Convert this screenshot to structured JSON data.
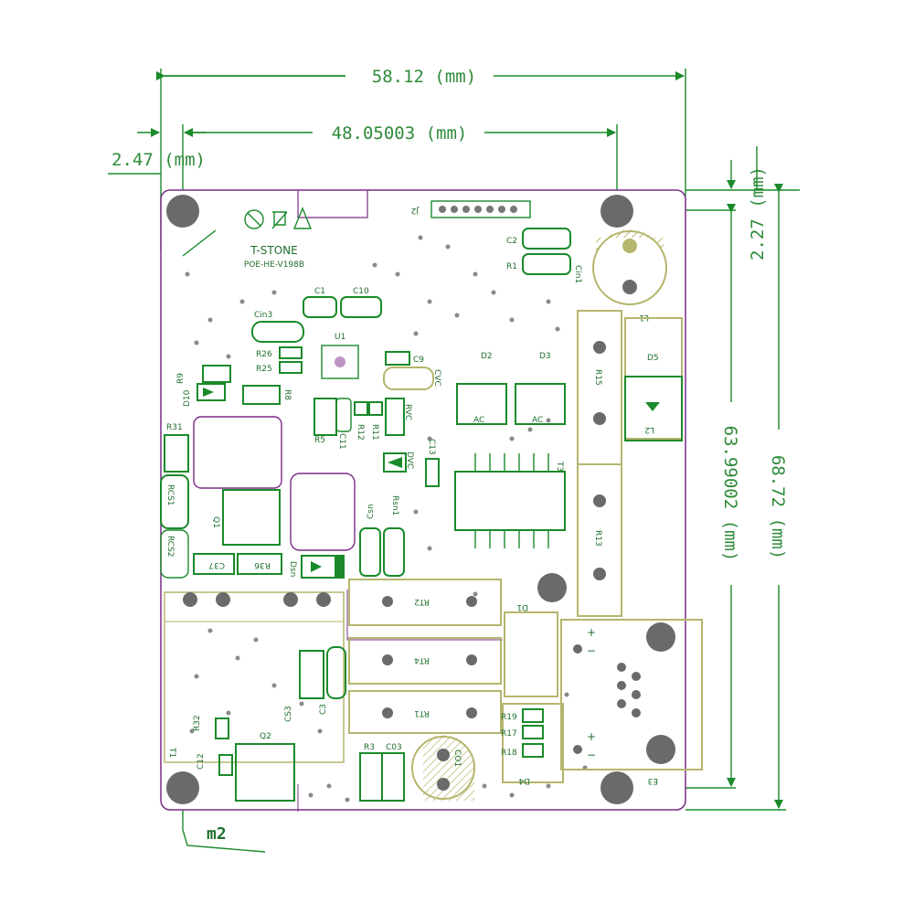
{
  "dimensions": {
    "top_width": "58.12 (mm)",
    "hole_spacing": "48.05003 (mm)",
    "left_offset": "2.47 (mm)",
    "top_offset": "2.27 (mm)",
    "hole_vertical": "63.99002 (mm)",
    "total_height": "68.72 (mm)",
    "mount_hole": "m2"
  },
  "board": {
    "brand": "T-STONE",
    "model": "POE-HE-V198B"
  },
  "components": {
    "j2": "J2",
    "c2": "C2",
    "r1": "R1",
    "cin1": "Cin1",
    "l1": "L1",
    "c1": "C1",
    "c10": "C10",
    "cin3": "Cin3",
    "u1": "U1",
    "r26": "R26",
    "r25": "R25",
    "c9": "C9",
    "cvc": "CVC",
    "d2": "D2",
    "d3": "D3",
    "ac1": "AC",
    "ac2": "AC",
    "r15": "R15",
    "d5": "D5",
    "l2": "L2",
    "r9": "R9",
    "d10": "D10",
    "r8": "R8",
    "r5": "R5",
    "c11": "C11",
    "r12": "R12",
    "r11": "R11",
    "rvc": "RVC",
    "dvc": "DVC",
    "c13": "C13",
    "t3": "T3",
    "r31": "R31",
    "rcs1": "RCS1",
    "q1": "Q1",
    "rcs2": "RCS2",
    "c37": "C37",
    "r36": "R36",
    "dsn": "Dsn",
    "csn": "Csn",
    "rsn1": "Rsn1",
    "r13": "R13",
    "rt2": "RT2",
    "d1": "D1",
    "rt4": "RT4",
    "rt1": "RT1",
    "cs3": "CS3",
    "c3": "C3",
    "r19": "R19",
    "r17": "R17",
    "r18": "R18",
    "d4": "D4",
    "r32": "R32",
    "q2": "Q2",
    "c12": "C12",
    "r3": "R3",
    "c03": "C03",
    "co1": "CO1",
    "t1": "T1",
    "e3": "E3",
    "plus1": "+",
    "minus1": "−",
    "plus2": "+",
    "minus2": "−"
  }
}
